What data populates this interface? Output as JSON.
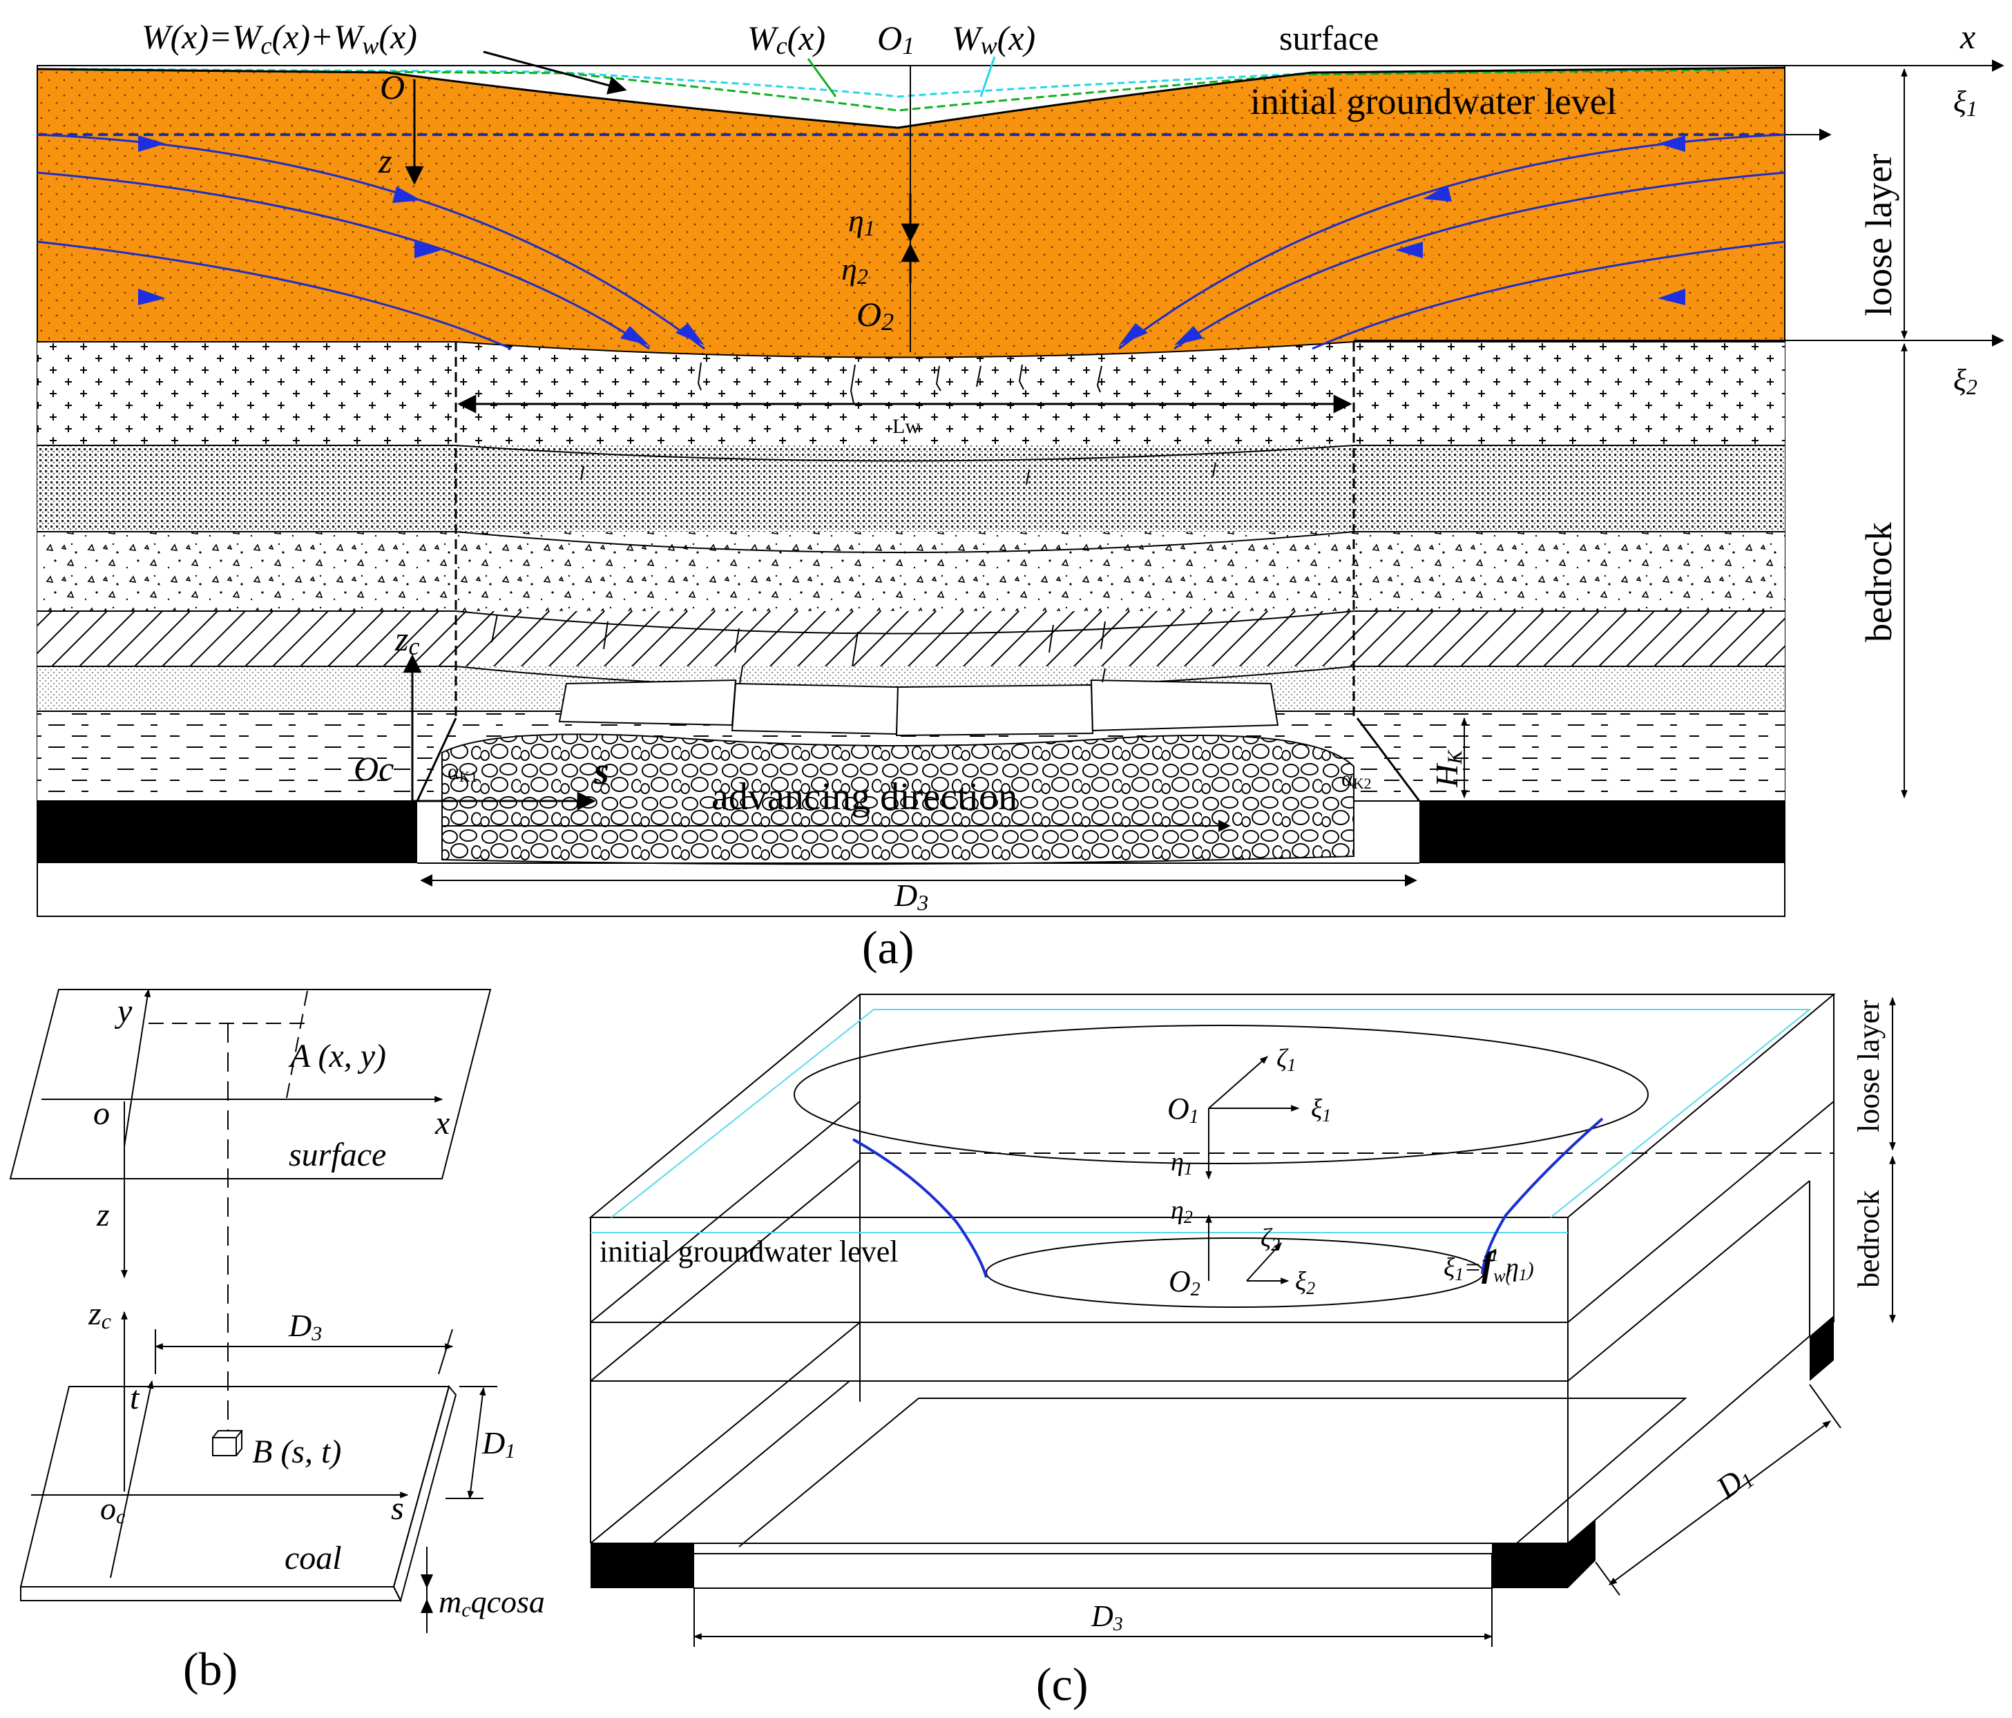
{
  "colors": {
    "loose_layer": "#F7930F",
    "flow_line": "#1F2DC8",
    "flow_arrow": "#1D2FE0",
    "wc_curve": "#10B020",
    "ww_curve": "#21D7E8",
    "gw_dash": "#2030A0",
    "coal": "#000000",
    "cyan_edge": "#5BD8E8",
    "funnel_blue": "#1A2FD0"
  },
  "panel_a": {
    "formula_W": "W(x)=W",
    "formula_c": "c",
    "formula_mid": "(x)+W",
    "formula_w": "w",
    "formula_x": "(x)",
    "label_Wc_main": "W",
    "label_Wc_sub": "c",
    "label_Wc_arg": "(x)",
    "label_O1_main": "O",
    "label_O1_sub": "1",
    "label_Ww_main": "W",
    "label_Ww_sub": "w",
    "label_Ww_arg": "(x)",
    "surface": "surface",
    "x_axis": "x",
    "xi1_main": "ξ",
    "xi1_sub": "1",
    "xi2_main": "ξ",
    "xi2_sub": "2",
    "initial_gw": "initial groundwater level",
    "origin_O": "O",
    "z_axis": "z",
    "eta1_main": "η",
    "eta1_sub": "1",
    "eta2_main": "η",
    "eta2_sub": "2",
    "O2_main": "O",
    "O2_sub": "2",
    "loose_layer": "loose layer",
    "bedrock": "bedrock",
    "Lw": "Lw",
    "zc_main": "z",
    "zc_sub": "c",
    "Oc": "Oc",
    "alpha_k1_main": "α",
    "alpha_k1_sub": "K1",
    "alpha_k2_main": "α",
    "alpha_k2_sub": "K2",
    "s": "s",
    "advancing": "advancing direction",
    "Hk_main": "H",
    "Hk_sub": "K",
    "D3_main": "D",
    "D3_sub": "3",
    "caption": "(a)"
  },
  "panel_b": {
    "y": "y",
    "A_label": "A (x, y)",
    "o": "o",
    "x": "x",
    "surface": "surface",
    "z": "z",
    "zc_main": "z",
    "zc_sub": "c",
    "D3_main": "D",
    "D3_sub": "3",
    "t": "t",
    "B_label": "B (s, t)",
    "D1_main": "D",
    "D1_sub": "1",
    "oc_main": "o",
    "oc_sub": "c",
    "s": "s",
    "coal": "coal",
    "thick_m": "m",
    "thick_c": "c",
    "thick_rest": "qcosa",
    "caption": "(b)"
  },
  "panel_c": {
    "zeta1_main": "ζ",
    "zeta1_sub": "1",
    "O1_main": "O",
    "O1_sub": "1",
    "xi1_main": "ξ",
    "xi1_sub": "1",
    "eta1_main": "η",
    "eta1_sub": "1",
    "eta2_main": "η",
    "eta2_sub": "2",
    "zeta2_main": "ζ",
    "zeta2_sub": "2",
    "O2_main": "O",
    "O2_sub": "2",
    "xi2_main": "ξ",
    "xi2_sub": "2",
    "initial_gw": "initial groundwater level",
    "func_left": "ξ",
    "func_left_sub": "1",
    "func_eq": "=",
    "func_f": "f",
    "func_w": "w(",
    "func_sup": "-1",
    "func_eta": "η",
    "func_eta_sub": "1",
    "func_close": ")",
    "loose_layer": "loose layer",
    "bedrock": "bedrock",
    "D1_main": "D",
    "D1_sub": "1",
    "D3_main": "D",
    "D3_sub": "3",
    "caption": "(c)"
  }
}
